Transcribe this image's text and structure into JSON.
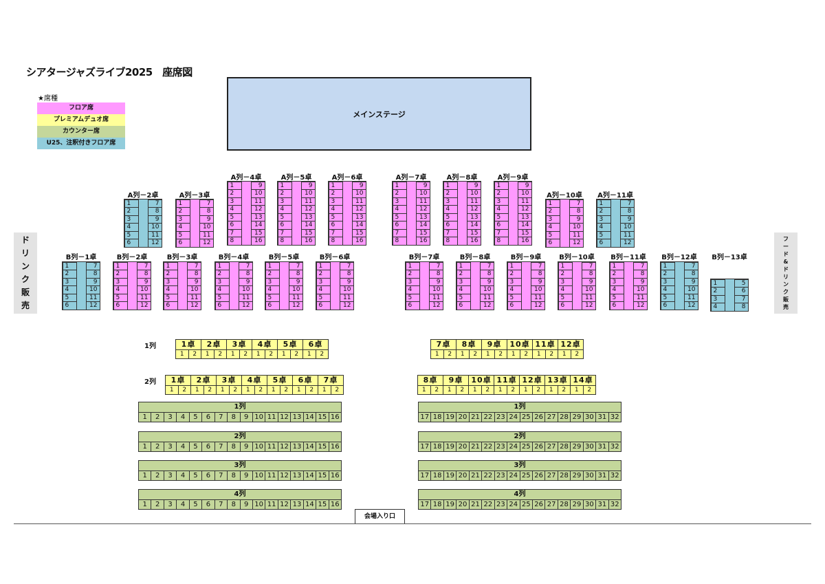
{
  "title": "シアタージャズライブ2025　座席図",
  "legend": {
    "heading": "★席種",
    "items": [
      {
        "label": "フロア席",
        "color": "#ff99ff"
      },
      {
        "label": "プレミアムデュオ席",
        "color": "#ffff99"
      },
      {
        "label": "カウンター席",
        "color": "#c4d79b"
      },
      {
        "label": "U25、注釈付きフロア席",
        "color": "#92cddc"
      }
    ]
  },
  "stage": {
    "label": "メインステージ"
  },
  "side_left": {
    "chars": [
      "ド",
      "リ",
      "ン",
      "ク",
      "販",
      "売"
    ]
  },
  "side_right": {
    "chars": [
      "フ",
      "ー",
      "ド",
      "&",
      "ド",
      "リ",
      "ン",
      "ク",
      "販",
      "売"
    ]
  },
  "row_a": [
    {
      "label": "A列－2卓",
      "type": "blue",
      "left": [
        "1",
        "2",
        "3",
        "4",
        "5",
        "6"
      ],
      "right": [
        "7",
        "8",
        "9",
        "10",
        "11",
        "12"
      ]
    },
    {
      "label": "A列－3卓",
      "type": "pink",
      "left": [
        "1",
        "2",
        "3",
        "4",
        "5",
        "6"
      ],
      "right": [
        "7",
        "8",
        "9",
        "10",
        "11",
        "12"
      ]
    },
    {
      "label": "A列－4卓",
      "type": "pink",
      "left": [
        "1",
        "2",
        "3",
        "4",
        "5",
        "6",
        "7",
        "8"
      ],
      "right": [
        "9",
        "10",
        "11",
        "12",
        "13",
        "14",
        "15",
        "16"
      ]
    },
    {
      "label": "A列－5卓",
      "type": "pink",
      "left": [
        "1",
        "2",
        "3",
        "4",
        "5",
        "6",
        "7",
        "8"
      ],
      "right": [
        "9",
        "10",
        "11",
        "12",
        "13",
        "14",
        "15",
        "16"
      ]
    },
    {
      "label": "A列－6卓",
      "type": "pink",
      "left": [
        "1",
        "2",
        "3",
        "4",
        "5",
        "6",
        "7",
        "8"
      ],
      "right": [
        "9",
        "10",
        "11",
        "12",
        "13",
        "14",
        "15",
        "16"
      ]
    },
    {
      "label": "A列－7卓",
      "type": "pink",
      "left": [
        "1",
        "2",
        "3",
        "4",
        "5",
        "6",
        "7",
        "8"
      ],
      "right": [
        "9",
        "10",
        "11",
        "12",
        "13",
        "14",
        "15",
        "16"
      ]
    },
    {
      "label": "A列－8卓",
      "type": "pink",
      "left": [
        "1",
        "2",
        "3",
        "4",
        "5",
        "6",
        "7",
        "8"
      ],
      "right": [
        "9",
        "10",
        "11",
        "12",
        "13",
        "14",
        "15",
        "16"
      ]
    },
    {
      "label": "A列－9卓",
      "type": "pink",
      "left": [
        "1",
        "2",
        "3",
        "4",
        "5",
        "6",
        "7",
        "8"
      ],
      "right": [
        "9",
        "10",
        "11",
        "12",
        "13",
        "14",
        "15",
        "16"
      ]
    },
    {
      "label": "A列－10卓",
      "type": "pink",
      "left": [
        "1",
        "2",
        "3",
        "4",
        "5",
        "6"
      ],
      "right": [
        "7",
        "8",
        "9",
        "10",
        "11",
        "12"
      ]
    },
    {
      "label": "A列－11卓",
      "type": "blue",
      "left": [
        "1",
        "2",
        "3",
        "4",
        "5",
        "6"
      ],
      "right": [
        "7",
        "8",
        "9",
        "10",
        "11",
        "12"
      ]
    }
  ],
  "row_b": [
    {
      "label": "B列－1卓",
      "type": "blue",
      "left": [
        "1",
        "2",
        "3",
        "4",
        "5",
        "6"
      ],
      "right": [
        "7",
        "8",
        "9",
        "10",
        "11",
        "12"
      ]
    },
    {
      "label": "B列－2卓",
      "type": "pink",
      "left": [
        "1",
        "2",
        "3",
        "4",
        "5",
        "6"
      ],
      "right": [
        "7",
        "8",
        "9",
        "10",
        "11",
        "12"
      ]
    },
    {
      "label": "B列－3卓",
      "type": "pink",
      "left": [
        "1",
        "2",
        "3",
        "4",
        "5",
        "6"
      ],
      "right": [
        "7",
        "8",
        "9",
        "10",
        "11",
        "12"
      ]
    },
    {
      "label": "B列－4卓",
      "type": "pink",
      "left": [
        "1",
        "2",
        "3",
        "4",
        "5",
        "6"
      ],
      "right": [
        "7",
        "8",
        "9",
        "10",
        "11",
        "12"
      ]
    },
    {
      "label": "B列－5卓",
      "type": "pink",
      "left": [
        "1",
        "2",
        "3",
        "4",
        "5",
        "6"
      ],
      "right": [
        "7",
        "8",
        "9",
        "10",
        "11",
        "12"
      ]
    },
    {
      "label": "B列－6卓",
      "type": "pink",
      "left": [
        "1",
        "2",
        "3",
        "4",
        "5",
        "6"
      ],
      "right": [
        "7",
        "8",
        "9",
        "10",
        "11",
        "12"
      ]
    },
    {
      "label": "B列－7卓",
      "type": "pink",
      "left": [
        "1",
        "2",
        "3",
        "4",
        "5",
        "6"
      ],
      "right": [
        "7",
        "8",
        "9",
        "10",
        "11",
        "12"
      ]
    },
    {
      "label": "B列－8卓",
      "type": "pink",
      "left": [
        "1",
        "2",
        "3",
        "4",
        "5",
        "6"
      ],
      "right": [
        "7",
        "8",
        "9",
        "10",
        "11",
        "12"
      ]
    },
    {
      "label": "B列－9卓",
      "type": "pink",
      "left": [
        "1",
        "2",
        "3",
        "4",
        "5",
        "6"
      ],
      "right": [
        "7",
        "8",
        "9",
        "10",
        "11",
        "12"
      ]
    },
    {
      "label": "B列－10卓",
      "type": "pink",
      "left": [
        "1",
        "2",
        "3",
        "4",
        "5",
        "6"
      ],
      "right": [
        "7",
        "8",
        "9",
        "10",
        "11",
        "12"
      ]
    },
    {
      "label": "B列－11卓",
      "type": "pink",
      "left": [
        "1",
        "2",
        "3",
        "4",
        "5",
        "6"
      ],
      "right": [
        "7",
        "8",
        "9",
        "10",
        "11",
        "12"
      ]
    },
    {
      "label": "B列－12卓",
      "type": "blue",
      "left": [
        "1",
        "2",
        "3",
        "4",
        "5",
        "6"
      ],
      "right": [
        "7",
        "8",
        "9",
        "10",
        "11",
        "12"
      ]
    },
    {
      "label": "B列－13卓",
      "type": "blue",
      "left": [
        "1",
        "2",
        "3",
        "4"
      ],
      "right": [
        "5",
        "6",
        "7",
        "8"
      ]
    }
  ],
  "duo": {
    "row1": {
      "label": "1列",
      "left": [
        "1卓",
        "2卓",
        "3卓",
        "4卓",
        "5卓",
        "6卓"
      ],
      "right": [
        "7卓",
        "8卓",
        "9卓",
        "10卓",
        "11卓",
        "12卓"
      ]
    },
    "row2": {
      "label": "2列",
      "left": [
        "1卓",
        "2卓",
        "3卓",
        "4卓",
        "5卓",
        "6卓",
        "7卓"
      ],
      "right": [
        "8卓",
        "9卓",
        "10卓",
        "11卓",
        "12卓",
        "13卓",
        "14卓"
      ]
    },
    "seats": [
      "1",
      "2"
    ]
  },
  "counter": {
    "rows": [
      "1列",
      "2列",
      "3列",
      "4列"
    ],
    "left_seats": [
      "1",
      "2",
      "3",
      "4",
      "5",
      "6",
      "7",
      "8",
      "9",
      "10",
      "11",
      "12",
      "13",
      "14",
      "15",
      "16"
    ],
    "right_seats": [
      "17",
      "18",
      "19",
      "20",
      "21",
      "22",
      "23",
      "24",
      "25",
      "26",
      "27",
      "28",
      "29",
      "30",
      "31",
      "32"
    ]
  },
  "entrance": {
    "label": "会場入り口"
  }
}
